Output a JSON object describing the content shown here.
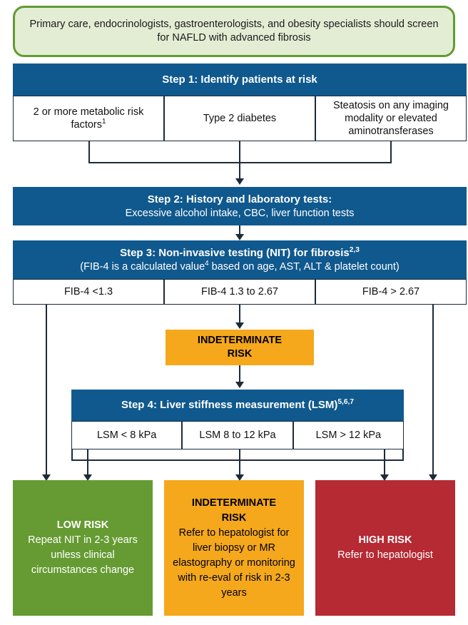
{
  "intro": {
    "text": "Primary care, endocrinologists, gastroenterologists, and obesity specialists should screen for NAFLD with advanced fibrosis",
    "fill_color": "#E3EDD4",
    "border_color": "#619B31"
  },
  "colors": {
    "step_blue": "#10598E",
    "indeterminate_orange": "#F5A81C",
    "low_risk_green": "#659B32",
    "high_risk_red": "#B52A33",
    "line": "#1D2A3A",
    "cell_white": "#FFFFFF"
  },
  "step1": {
    "header": "Step 1: Identify patients at risk",
    "cells": [
      "2 or more metabolic risk factors",
      "Type 2 diabetes",
      "Steatosis on any imaging modality or elevated aminotransferases"
    ],
    "cell_sup": [
      "1",
      "",
      ""
    ]
  },
  "step2": {
    "header_line1": "Step 2: History and laboratory tests:",
    "header_line2": "Excessive alcohol intake, CBC, liver function tests"
  },
  "step3": {
    "header_line1": "Step 3: Non-invasive testing (NIT) for fibrosis",
    "header_line1_sup": "2,3",
    "header_line2_a": "(FIB-4 is a calculated value",
    "header_line2_sup": "4",
    "header_line2_b": " based on age, AST, ALT & platelet count)",
    "cells": [
      "FIB-4 <1.3",
      "FIB-4 1.3 to 2.67",
      "FIB-4 > 2.67"
    ]
  },
  "indeterminate_mid": {
    "line1": "INDETERMINATE",
    "line2": "RISK"
  },
  "step4": {
    "header": "Step 4: Liver stiffness measurement (LSM)",
    "header_sup": "5,6,7",
    "cells": [
      "LSM < 8 kPa",
      "LSM 8 to 12 kPa",
      "LSM > 12 kPa"
    ]
  },
  "outcomes": [
    {
      "id": "low-risk",
      "title": "LOW RISK",
      "body": "Repeat NIT in 2-3 years unless clinical circumstances change",
      "color": "#659B32"
    },
    {
      "id": "indeterminate-risk",
      "title_line1": "INDETERMINATE",
      "title_line2": "RISK",
      "body": "Refer to hepatologist for liver biopsy or MR elastography or monitoring with re-eval of risk in 2-3 years",
      "color": "#F5A81C"
    },
    {
      "id": "high-risk",
      "title": "HIGH RISK",
      "body": "Refer to hepatologist",
      "color": "#B52A33"
    }
  ]
}
